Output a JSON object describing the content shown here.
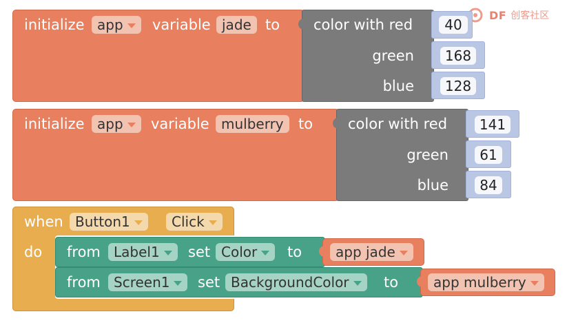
{
  "watermark": {
    "brand": "DF",
    "sub": "创客社区"
  },
  "block1": {
    "keyword_initialize": "initialize",
    "scope": "app",
    "keyword_variable": "variable",
    "var_name": "jade",
    "keyword_to": "to",
    "color_label": "color with red",
    "green_label": "green",
    "blue_label": "blue",
    "red_value": "40",
    "green_value": "168",
    "blue_value": "128"
  },
  "block2": {
    "keyword_initialize": "initialize",
    "scope": "app",
    "keyword_variable": "variable",
    "var_name": "mulberry",
    "keyword_to": "to",
    "color_label": "color with red",
    "green_label": "green",
    "blue_label": "blue",
    "red_value": "141",
    "green_value": "61",
    "blue_value": "84"
  },
  "event": {
    "keyword_when": "when",
    "component": "Button1",
    "event_name": "Click",
    "keyword_do": "do",
    "stmt1": {
      "keyword_from": "from",
      "component": "Label1",
      "keyword_set": "set",
      "property": "Color",
      "keyword_to": "to",
      "value": "app jade"
    },
    "stmt2": {
      "keyword_from": "from",
      "component": "Screen1",
      "keyword_set": "set",
      "property": "BackgroundColor",
      "keyword_to": "to",
      "value": "app mulberry"
    }
  },
  "colors": {
    "variables": "#e87f5e",
    "colors": "#7b7b7b",
    "math": "#b9c6e4",
    "control": "#e7ad4f",
    "components": "#47a288"
  }
}
